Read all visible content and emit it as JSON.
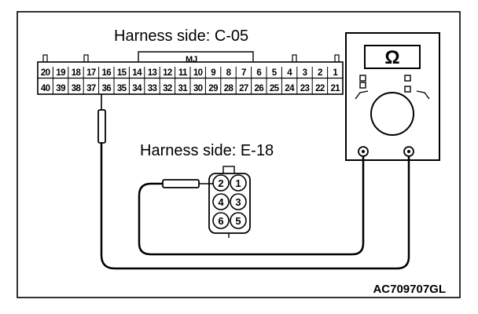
{
  "connector_c05": {
    "caption": "Harness side: C-05",
    "mark": "MJ",
    "top_row": [
      "20",
      "19",
      "18",
      "17",
      "16",
      "15",
      "14",
      "13",
      "12",
      "11",
      "10",
      "9",
      "8",
      "7",
      "6",
      "5",
      "4",
      "3",
      "2",
      "1"
    ],
    "bottom_row": [
      "40",
      "39",
      "38",
      "37",
      "36",
      "35",
      "34",
      "33",
      "32",
      "31",
      "30",
      "29",
      "28",
      "27",
      "26",
      "25",
      "24",
      "23",
      "22",
      "21"
    ]
  },
  "connector_e18": {
    "caption": "Harness side: E-18",
    "pins": [
      "1",
      "2",
      "3",
      "4",
      "5",
      "6"
    ]
  },
  "meter": {
    "unit_symbol": "Ω"
  },
  "figure_code": "AC709707GL"
}
